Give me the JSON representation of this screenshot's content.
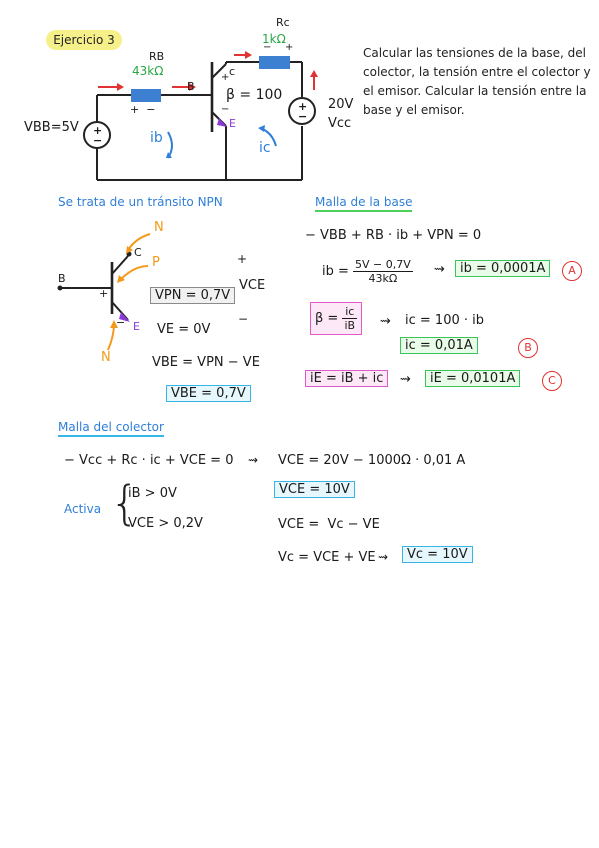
{
  "title": "Ejercicio 3",
  "prompt": "Calcular las tensiones de la base, del colector, la tensión entre el colector y el emisor. Calcular la tensión entre la base y el emisor.",
  "circuit": {
    "rb_name": "RB",
    "rb_value": "43kΩ",
    "rc_name": "Rc",
    "rc_value": "1kΩ",
    "beta": "β = 100",
    "vbb": "VBB=5V",
    "vcc_value": "20V",
    "vcc_name": "Vcc",
    "ib": "ib",
    "ic": "ic",
    "b": "B",
    "c": "c",
    "e": "E",
    "plus": "+",
    "minus": "−",
    "plus_minus": "+  −"
  },
  "npn": {
    "heading": "Se trata de un tránsito NPN",
    "b": "B",
    "c": "C",
    "e": "E",
    "n1": "N",
    "p": "P",
    "n2": "N",
    "plus": "+",
    "minus": "−",
    "vce": "VCE",
    "vpn": "VPN = 0,7V",
    "ve": "VE = 0V",
    "vbe_eq": "VBE = VPN − VE",
    "vbe_result": "VBE = 0,7V"
  },
  "base_mesh": {
    "heading": "Malla de la base",
    "eq1": "− VBB + RB · ib + VPN = 0",
    "ib_lhs": "ib =",
    "ib_num": "5V − 0,7V",
    "ib_den": "43kΩ",
    "ib_result": "ib = 0,0001A",
    "label_a": "A",
    "beta_lhs": "β =",
    "beta_num": "ic",
    "beta_den": "iB",
    "ic_eq": "ic = 100 · ib",
    "ic_result": "ic = 0,01A",
    "label_b": "B",
    "ie_eq": "iE = iB + ic",
    "ie_result": "iE = 0,0101A",
    "label_c": "C",
    "arrow": "⇝"
  },
  "collector_mesh": {
    "heading": "Malla del colector",
    "eq1": "− Vcc + Rc · ic + VCE = 0",
    "arrow": "⇝",
    "eq2": "VCE = 20V − 1000Ω · 0,01 A",
    "vce_result": "VCE = 10V",
    "active_label": "Activa",
    "cond1": "iB > 0V",
    "cond2": "VCE > 0,2V",
    "vce_eq": "VCE =  Vc − VE",
    "vc_eq": "Vc = VCE + VE",
    "vc_result": "Vc = 10V"
  },
  "colors": {
    "blue": "#2f7fd8",
    "green": "#2aa845",
    "purple": "#8a3bd6",
    "orange": "#f39a1c",
    "red": "#e23232",
    "pill": "#f6f08a",
    "resistor": "#3d7fd0"
  }
}
